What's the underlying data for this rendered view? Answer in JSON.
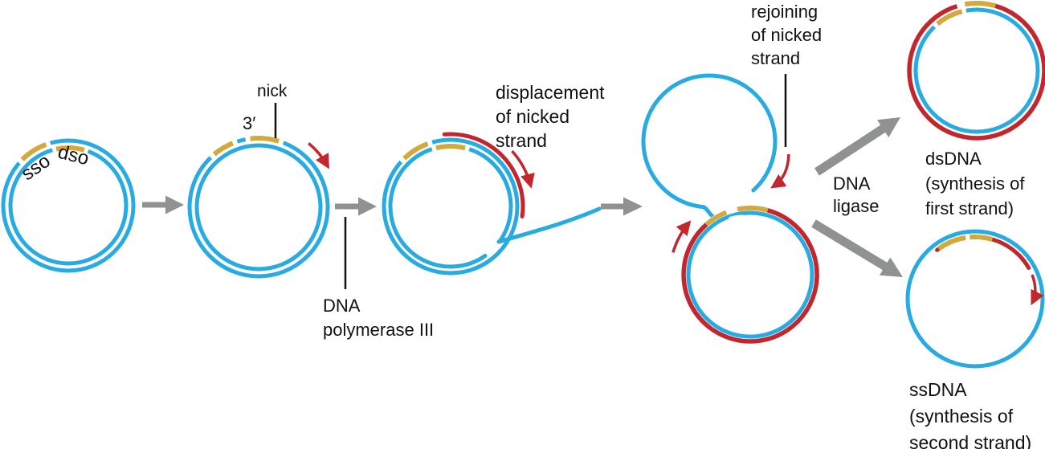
{
  "colors": {
    "strand_blue": "#29ABE2",
    "strand_red": "#C1272D",
    "origin_yellow": "#D2A93C",
    "arrow_gray": "#8F9193",
    "text": "#111111"
  },
  "stages": {
    "plasmid": {
      "sso": "sso",
      "dso": "dso"
    },
    "nicked": {
      "nick_label": "nick",
      "three_prime": "3′"
    },
    "synthesis": {
      "enzyme": "DNA\npolymerase III",
      "displacement": "displacement\nof nicked\nstrand"
    },
    "rejoining": {
      "label": "rejoining\nof nicked\nstrand"
    },
    "products": {
      "enzyme": "DNA\nligase",
      "dsdna": "dsDNA\n(synthesis of\nfirst strand)",
      "ssdna": "ssDNA\n(synthesis of\nsecond strand)"
    }
  }
}
